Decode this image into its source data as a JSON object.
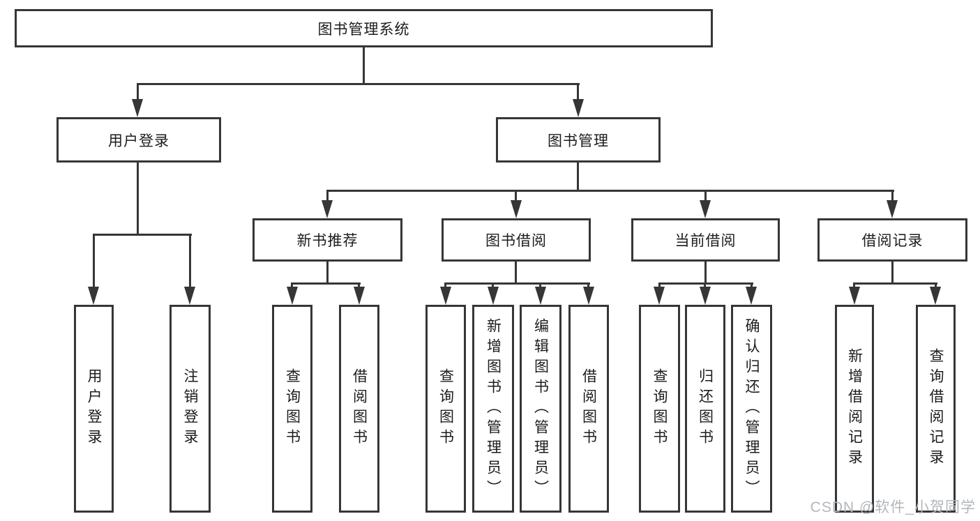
{
  "colors": {
    "line": "#363636",
    "text": "#1c1c1c",
    "background": "#ffffff",
    "watermark": "#b2b6bb"
  },
  "watermark": {
    "text": "CSDN @软件_小贺同学"
  },
  "tree": {
    "label": "图书管理系统",
    "children": [
      {
        "label": "用户登录",
        "children": [
          {
            "label": "用户登录"
          },
          {
            "label": "注销登录"
          }
        ]
      },
      {
        "label": "图书管理",
        "children": [
          {
            "label": "新书推荐",
            "children": [
              {
                "label": "查询图书"
              },
              {
                "label": "借阅图书"
              }
            ]
          },
          {
            "label": "图书借阅",
            "children": [
              {
                "label": "查询图书"
              },
              {
                "label": "新增图书（管理员）"
              },
              {
                "label": "编辑图书（管理员）"
              },
              {
                "label": "借阅图书"
              }
            ]
          },
          {
            "label": "当前借阅",
            "children": [
              {
                "label": "查询图书"
              },
              {
                "label": "归还图书"
              },
              {
                "label": "确认归还（管理员）"
              }
            ]
          },
          {
            "label": "借阅记录",
            "children": [
              {
                "label": "新增借阅记录"
              },
              {
                "label": "查询借阅记录"
              }
            ]
          }
        ]
      }
    ]
  }
}
